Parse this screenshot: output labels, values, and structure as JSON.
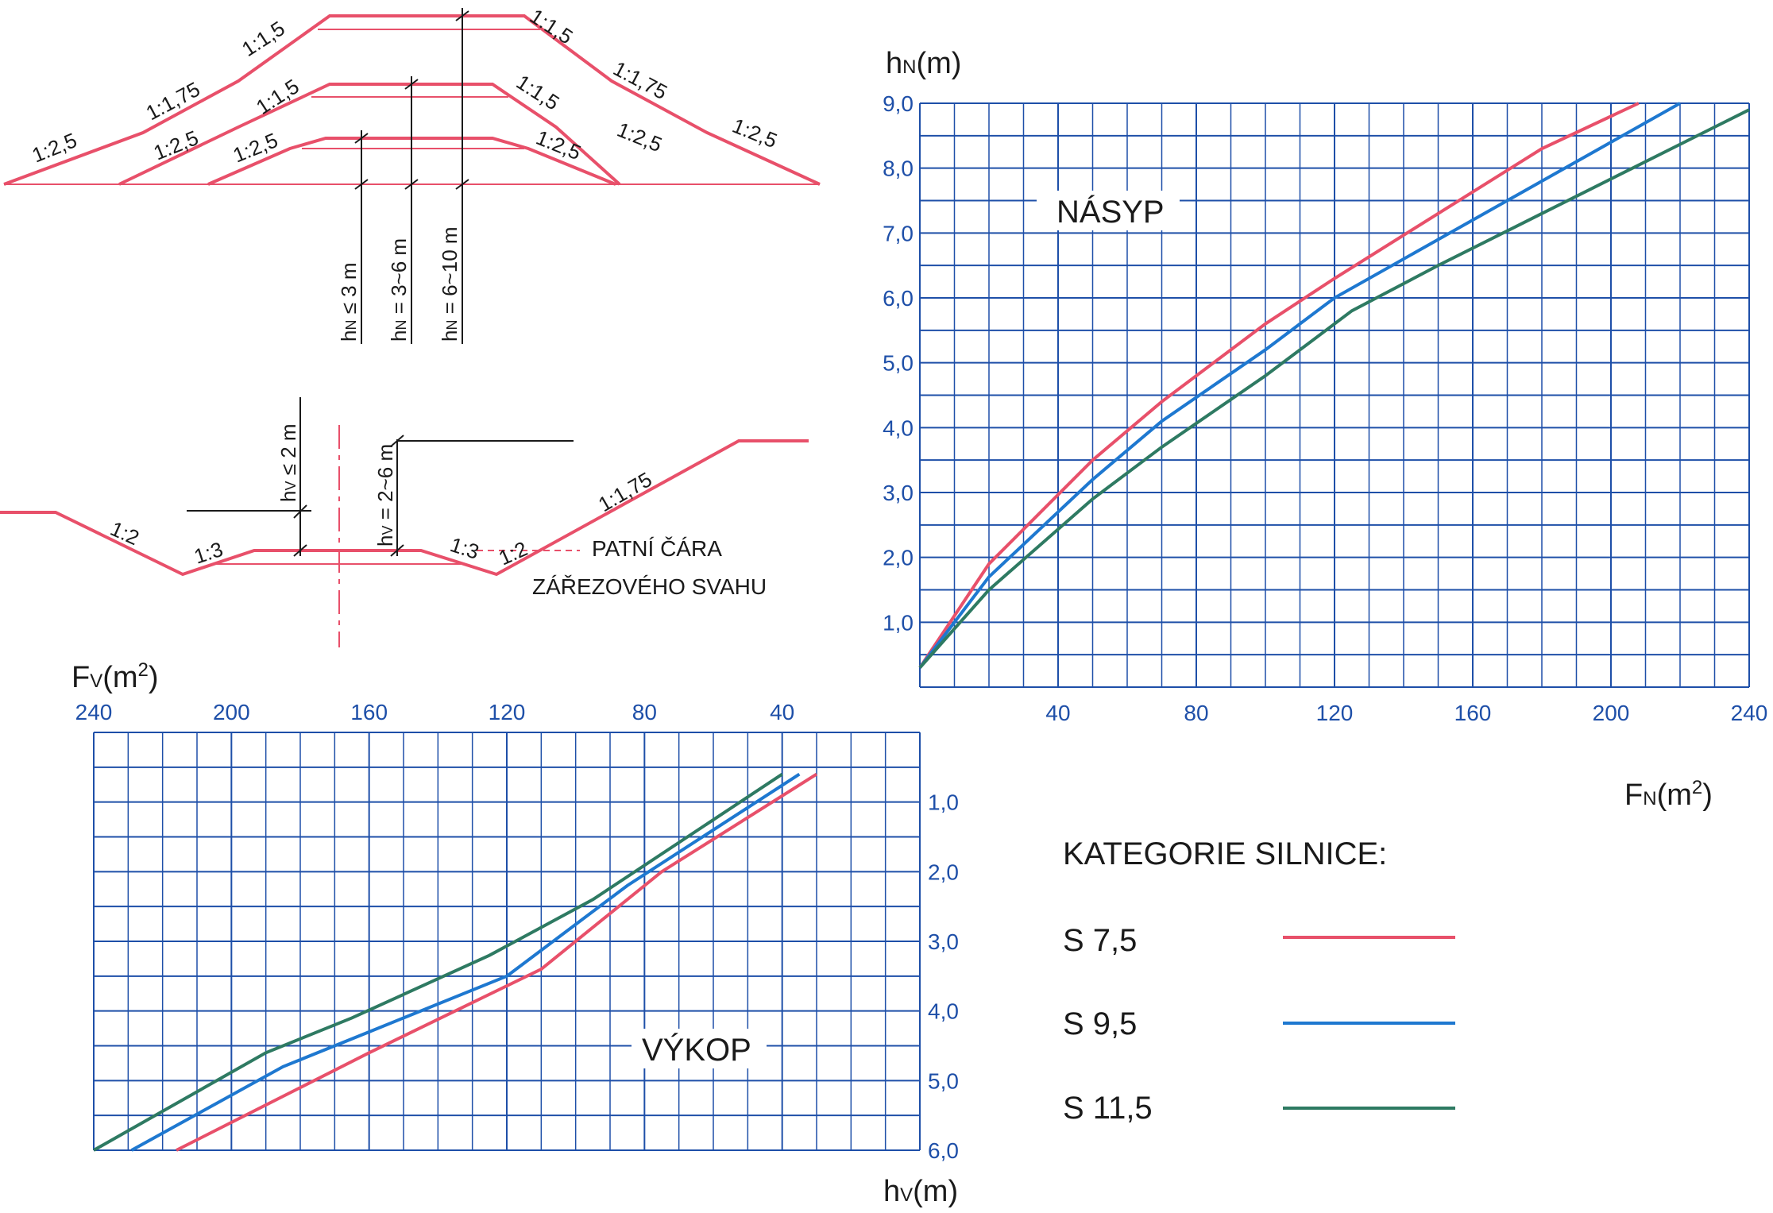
{
  "chart_data": [
    {
      "type": "line",
      "name_label": "NÁSYP",
      "xlabel": "F",
      "xlabel_sub": "N",
      "xlabel_unit_pre": "(m",
      "xlabel_unit_sup": "2",
      "xlabel_unit_post": ")",
      "ylabel": "h",
      "ylabel_sub": "N",
      "ylabel_unit": "(m)",
      "xlim": [
        0,
        240
      ],
      "ylim": [
        0,
        9
      ],
      "x_ticks": [
        "40",
        "80",
        "120",
        "160",
        "200",
        "240"
      ],
      "y_ticks": [
        "1,0",
        "2,0",
        "3,0",
        "4,0",
        "5,0",
        "6,0",
        "7,0",
        "8,0",
        "9,0"
      ],
      "grid": true,
      "series": [
        {
          "name": "S 7,5",
          "color": "#e8506a",
          "x": [
            0,
            20,
            50,
            70,
            100,
            120,
            150,
            180,
            208
          ],
          "y": [
            0.3,
            1.9,
            3.5,
            4.4,
            5.6,
            6.3,
            7.3,
            8.3,
            9.0
          ]
        },
        {
          "name": "S 9,5",
          "color": "#1e78d0",
          "x": [
            0,
            20,
            50,
            70,
            100,
            120,
            150,
            180,
            220
          ],
          "y": [
            0.3,
            1.7,
            3.2,
            4.1,
            5.2,
            6.0,
            6.9,
            7.8,
            9.0
          ]
        },
        {
          "name": "S 11,5",
          "color": "#2e7a62",
          "x": [
            0,
            20,
            50,
            70,
            100,
            125,
            150,
            180,
            240
          ],
          "y": [
            0.3,
            1.5,
            2.9,
            3.7,
            4.8,
            5.8,
            6.5,
            7.3,
            8.9
          ]
        }
      ]
    },
    {
      "type": "line",
      "name_label": "VÝKOP",
      "xlabel": "F",
      "xlabel_sub": "V",
      "xlabel_unit_pre": "(m",
      "xlabel_unit_sup": "2",
      "xlabel_unit_post": ")",
      "ylabel": "h",
      "ylabel_sub": "V",
      "ylabel_unit": "(m)",
      "xlim": [
        240,
        0
      ],
      "ylim": [
        0,
        6
      ],
      "x_ticks": [
        "240",
        "200",
        "160",
        "120",
        "80",
        "40"
      ],
      "y_ticks": [
        "1,0",
        "2,0",
        "3,0",
        "4,0",
        "5,0",
        "6,0"
      ],
      "grid": true,
      "series": [
        {
          "name": "S 7,5",
          "color": "#e8506a",
          "x": [
            30,
            75,
            110,
            160,
            180,
            216
          ],
          "y": [
            0.6,
            2.0,
            3.4,
            4.6,
            5.1,
            6.0
          ]
        },
        {
          "name": "S 9,5",
          "color": "#1e78d0",
          "x": [
            35,
            85,
            120,
            160,
            185,
            229
          ],
          "y": [
            0.6,
            2.2,
            3.5,
            4.3,
            4.8,
            6.0
          ]
        },
        {
          "name": "S 11,5",
          "color": "#2e7a62",
          "x": [
            40,
            95,
            125,
            165,
            190,
            240
          ],
          "y": [
            0.6,
            2.4,
            3.2,
            4.1,
            4.6,
            6.0
          ]
        }
      ]
    }
  ],
  "legend": {
    "title": "KATEGORIE SILNICE:",
    "items": [
      {
        "label": "S 7,5",
        "color": "#e8506a"
      },
      {
        "label": "S 9,5",
        "color": "#1e78d0"
      },
      {
        "label": "S 11,5",
        "color": "#2e7a62"
      }
    ]
  },
  "embankment_diagram": {
    "slope_labels": [
      "1:2,5",
      "1:1,75",
      "1:1,5",
      "1:1,5",
      "1:1,75",
      "1:2,5",
      "1:2,5",
      "1:1,5",
      "1:1,5",
      "1:2,5",
      "1:2,5",
      "1:2,5"
    ],
    "height_labels": [
      {
        "h": "h",
        "sub": "N",
        "rest": " ≤ 3 m"
      },
      {
        "h": "h",
        "sub": "N",
        "rest": " = 3~6 m"
      },
      {
        "h": "h",
        "sub": "N",
        "rest": " = 6~10 m"
      }
    ]
  },
  "cut_diagram": {
    "slope_labels": [
      "1:2",
      "1:3",
      "1:3",
      "1:2",
      "1:1,75"
    ],
    "height_labels": [
      {
        "h": "h",
        "sub": "V",
        "rest": " ≤ 2 m"
      },
      {
        "h": "h",
        "sub": "V",
        "rest": " = 2~6 m"
      }
    ],
    "note_line1": "PATNÍ ČÁRA",
    "note_line2": "ZÁŘEZOVÉHO SVAHU"
  },
  "colors": {
    "grid": "#1e4fa8",
    "diagram": "#e8506a",
    "ink": "#1a1a1a"
  }
}
